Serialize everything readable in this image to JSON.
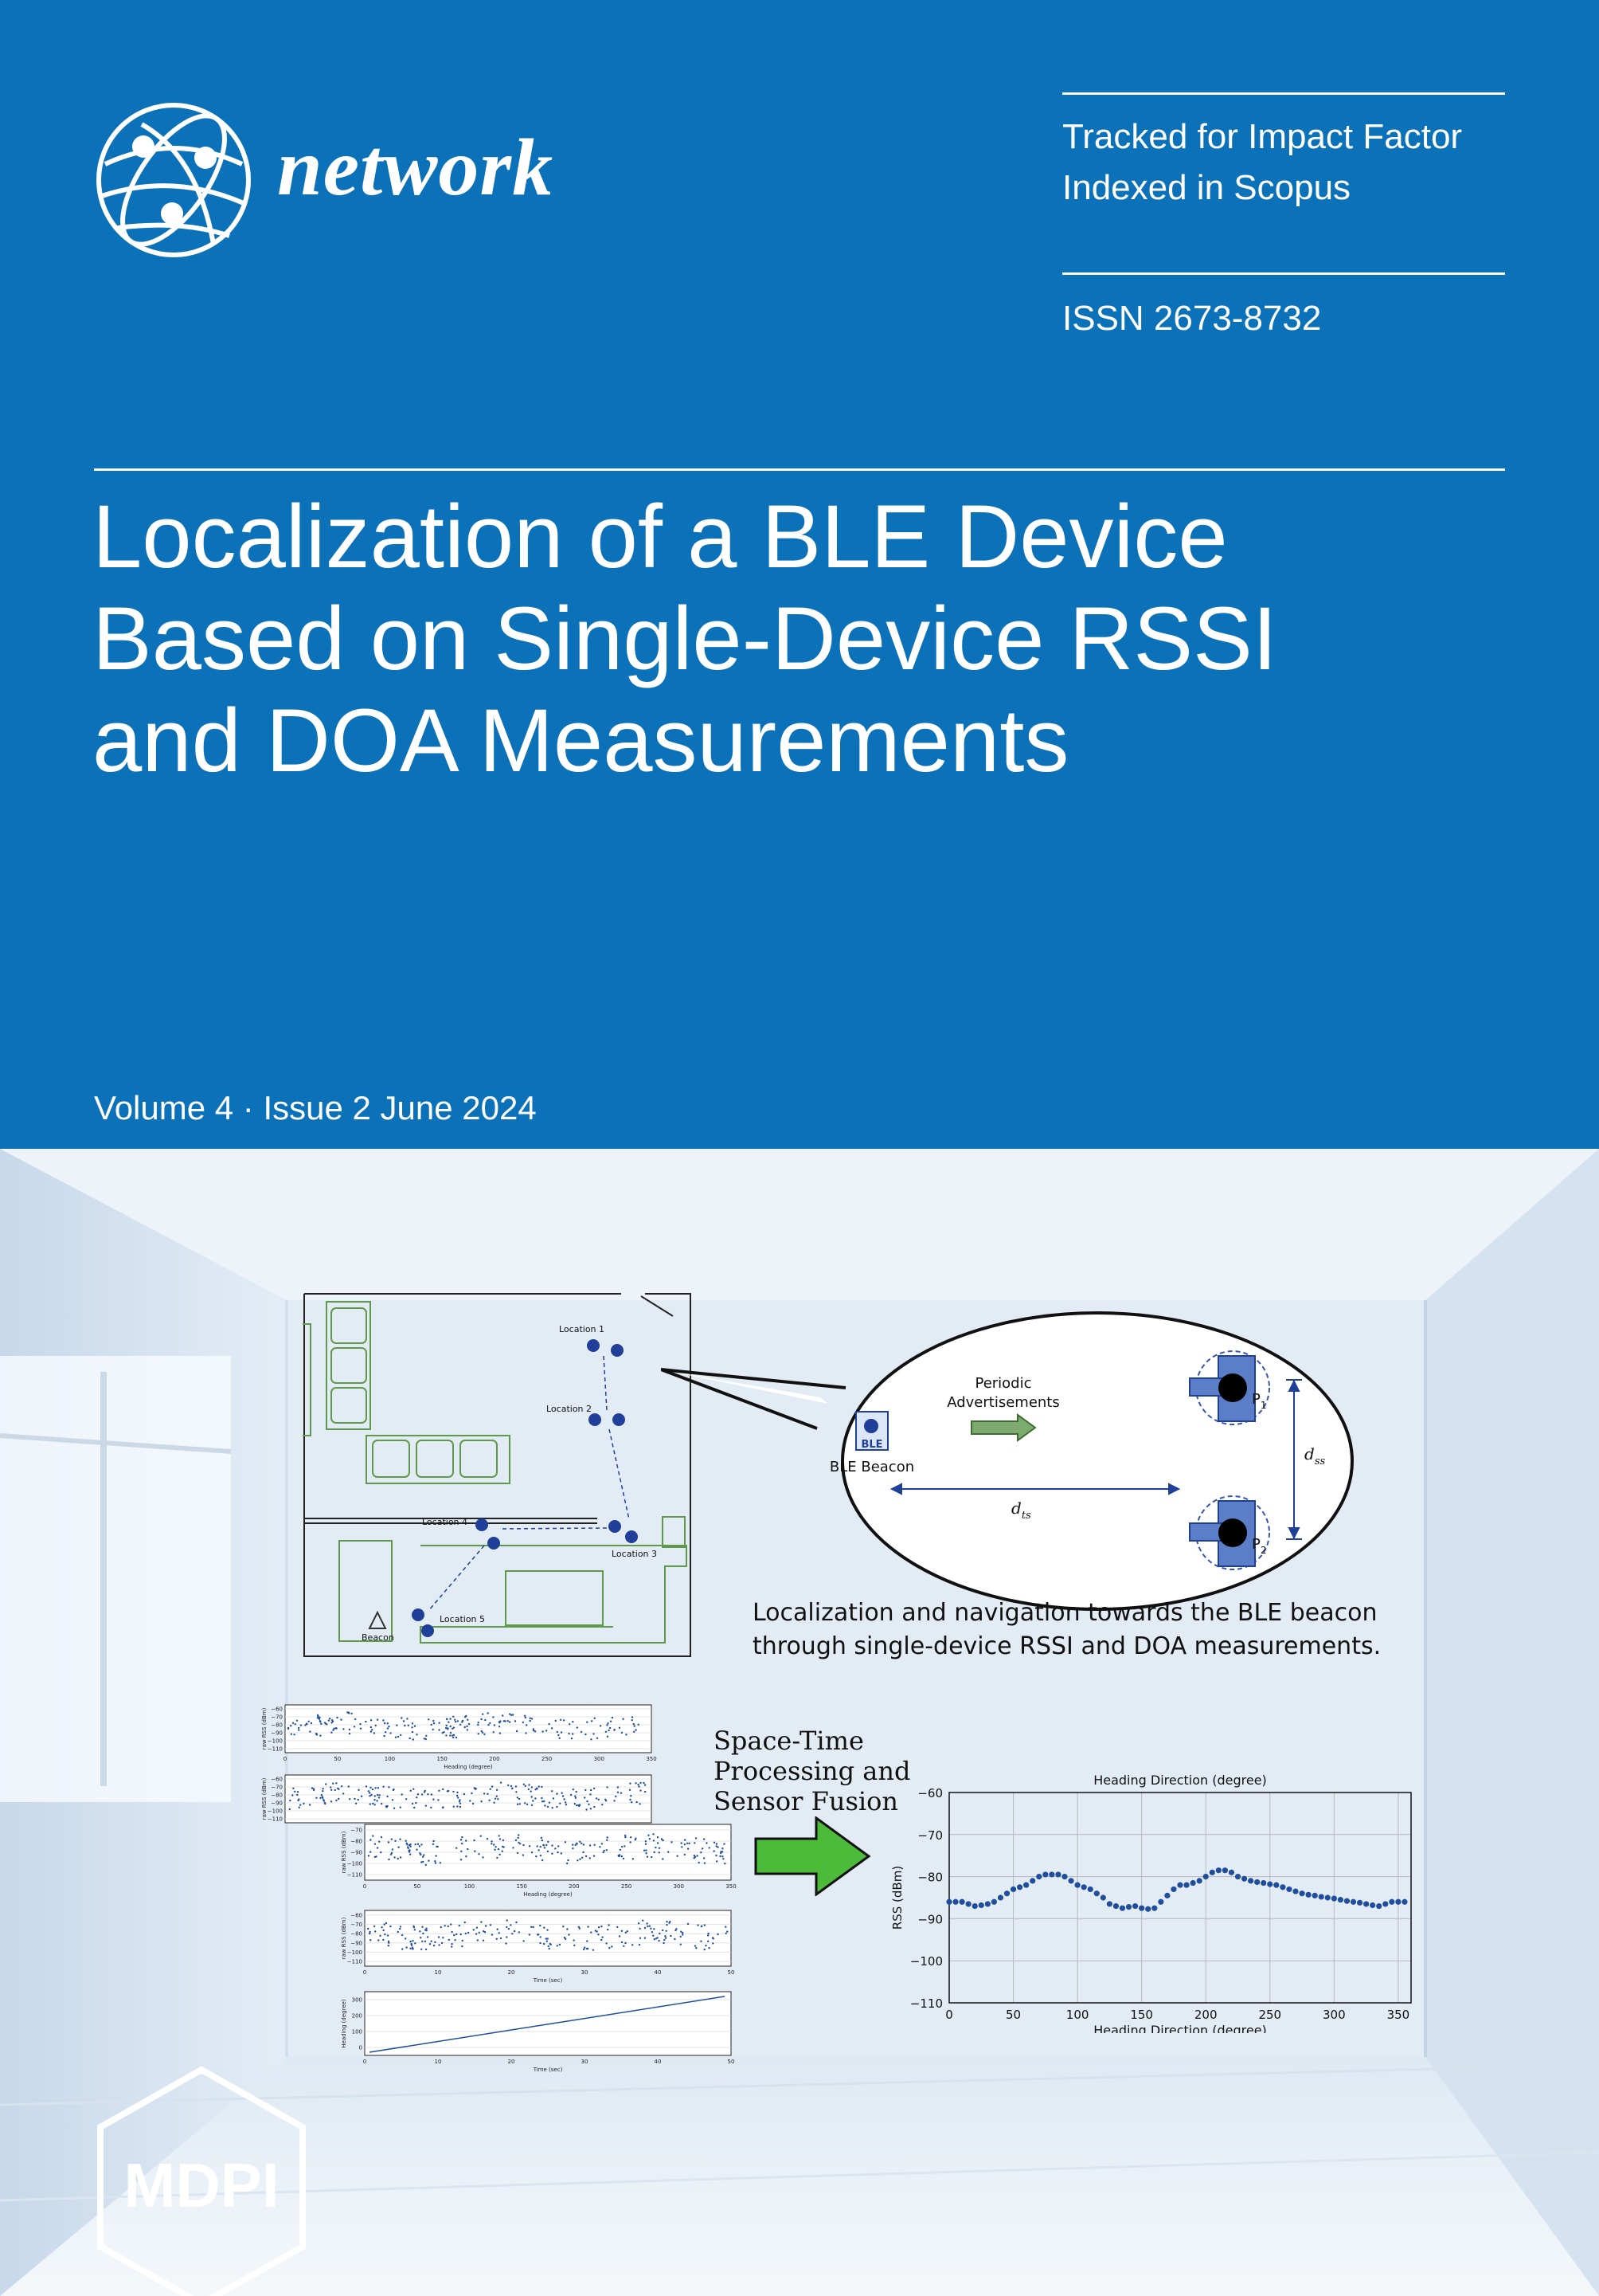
{
  "journal": {
    "name": "network",
    "badges": [
      "Tracked for Impact Factor",
      "Indexed in Scopus"
    ],
    "issn": "ISSN 2673-8732",
    "publisher": "MDPI",
    "logo_icon": "globe-network-icon"
  },
  "article": {
    "title_lines": [
      "Localization of a BLE Device",
      "Based on Single-Device RSSI",
      "and DOA Measurements"
    ],
    "volume_issue": "Volume 4 · Issue 2 June 2024"
  },
  "figure": {
    "floor_plan": {
      "location_labels": [
        "Location 1",
        "Location 2",
        "Location 3",
        "Location 4",
        "Location 5"
      ],
      "beacon_label": "Beacon"
    },
    "bubble": {
      "periodic_line1": "Periodic",
      "periodic_line2": "Advertisements",
      "ble_icon_text": "BLE",
      "beacon_label": "BLE Beacon",
      "d_ts": "d",
      "d_ts_sub": "ts",
      "d_ss": "d",
      "d_ss_sub": "ss",
      "p1": "P",
      "p1_sub": "1",
      "p2": "P",
      "p2_sub": "2"
    },
    "caption": "Localization and navigation towards the BLE beacon through single-device RSSI and DOA measurements.",
    "process_lines": [
      "Space-Time",
      "Processing and",
      "Sensor Fusion"
    ]
  },
  "small_plots": [
    {
      "ylabel": "raw RSS (dBm)",
      "xlabel": "Heading (degree)",
      "yticks": [
        "−60",
        "−70",
        "−80",
        "−90",
        "−100",
        "−110"
      ],
      "xticks": [
        "0",
        "50",
        "100",
        "150",
        "200",
        "250",
        "300",
        "350"
      ]
    },
    {
      "ylabel": "raw RSS (dBm)",
      "xlabel": "",
      "yticks": [
        "−60",
        "−70",
        "−80",
        "−90",
        "−100",
        "−110"
      ],
      "xticks": []
    },
    {
      "ylabel": "raw RSS (dBm)",
      "xlabel": "Heading (degree)",
      "yticks": [
        "−70",
        "−80",
        "−90",
        "−100",
        "−110"
      ],
      "xticks": [
        "0",
        "50",
        "100",
        "150",
        "200",
        "250",
        "300",
        "350"
      ]
    },
    {
      "ylabel": "raw RSS (dBm)",
      "xlabel": "Time (sec)",
      "yticks": [
        "−60",
        "−70",
        "−80",
        "−90",
        "−100",
        "−110"
      ],
      "xticks": [
        "0",
        "10",
        "20",
        "30",
        "40",
        "50"
      ]
    },
    {
      "ylabel": "Heading (degree)",
      "xlabel": "Time (sec)",
      "yticks": [
        "300",
        "200",
        "100",
        "0"
      ],
      "xticks": [
        "0",
        "10",
        "20",
        "30",
        "40",
        "50"
      ]
    }
  ],
  "chart_data": {
    "type": "scatter",
    "title": "Heading Direction (degree)",
    "xlabel": "Heading Direction (degree)",
    "ylabel": "RSS (dBm)",
    "xlim": [
      0,
      360
    ],
    "ylim": [
      -110,
      -60
    ],
    "xticks": [
      0,
      50,
      100,
      150,
      200,
      250,
      300,
      350
    ],
    "yticks": [
      -60,
      -70,
      -80,
      -90,
      -100,
      -110
    ],
    "grid": true,
    "color": "#1f4e9c",
    "x": [
      0,
      5,
      10,
      15,
      20,
      25,
      30,
      35,
      40,
      45,
      50,
      55,
      60,
      65,
      70,
      75,
      80,
      85,
      90,
      95,
      100,
      105,
      110,
      115,
      120,
      125,
      130,
      135,
      140,
      145,
      150,
      155,
      160,
      165,
      170,
      175,
      180,
      185,
      190,
      195,
      200,
      205,
      210,
      215,
      220,
      225,
      230,
      235,
      240,
      245,
      250,
      255,
      260,
      265,
      270,
      275,
      280,
      285,
      290,
      295,
      300,
      305,
      310,
      315,
      320,
      325,
      330,
      335,
      340,
      345,
      350,
      355
    ],
    "y": [
      -86,
      -86,
      -86,
      -86.5,
      -87,
      -86.8,
      -86.5,
      -86,
      -85,
      -84,
      -83,
      -82.5,
      -82,
      -81,
      -80,
      -79.5,
      -79.5,
      -79.5,
      -80,
      -81,
      -82,
      -82.5,
      -83,
      -84,
      -85,
      -86.5,
      -87,
      -87.5,
      -87.2,
      -87,
      -87.5,
      -87.7,
      -87.5,
      -86,
      -84.5,
      -83,
      -82,
      -82,
      -81.5,
      -81,
      -80,
      -79,
      -78.5,
      -78.5,
      -79,
      -80,
      -80.5,
      -81,
      -81.3,
      -81.5,
      -81.8,
      -82,
      -82.5,
      -83,
      -83.5,
      -84,
      -84.3,
      -84.5,
      -84.8,
      -85,
      -85.2,
      -85.5,
      -85.8,
      -86,
      -86.2,
      -86.5,
      -86.8,
      -87,
      -86.5,
      -86,
      -86,
      -86
    ]
  },
  "colors": {
    "cover_blue": "#0b72b9",
    "white": "#ffffff",
    "plan_green": "#5e9a4a",
    "marker_blue": "#1f3f99",
    "arrow_green": "#4cbb3a"
  }
}
